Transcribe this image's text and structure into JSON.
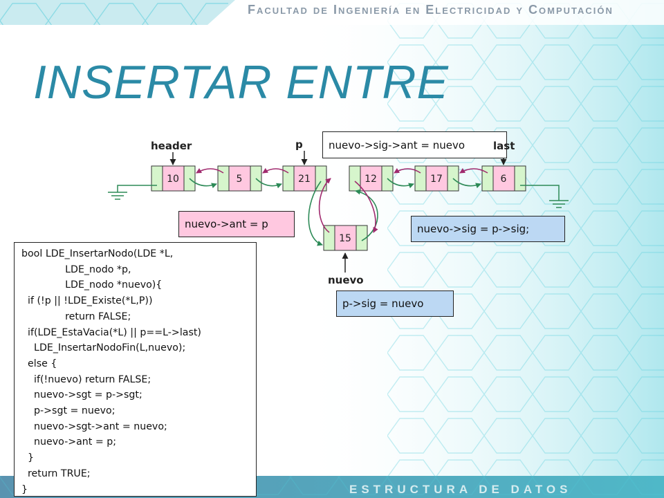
{
  "header_text": "Facultad de Ingeniería en Electricidad y Computación",
  "title": "INSERTAR ENTRE",
  "footer_text": "ESTRUCTURA DE DATOS",
  "nodes": [
    {
      "value": "10"
    },
    {
      "value": "5"
    },
    {
      "value": "21"
    },
    {
      "value": "12"
    },
    {
      "value": "17"
    },
    {
      "value": "6"
    }
  ],
  "new_node": {
    "value": "15"
  },
  "labels": {
    "header": "header",
    "p": "p",
    "last": "last",
    "nuevo": "nuevo"
  },
  "annotations": {
    "sig_ant": "nuevo->sig->ant = nuevo",
    "ant_p": "nuevo->ant = p",
    "sig_psig": "nuevo->sig = p->sig;",
    "psig_nuevo": "p->sig = nuevo"
  },
  "code_lines": [
    "bool LDE_InsertarNodo(LDE *L,",
    "              LDE_nodo *p,",
    "              LDE_nodo *nuevo){",
    "  if (!p || !LDE_Existe(*L,P))",
    "              return FALSE;",
    "  if(LDE_EstaVacia(*L) || p==L->last)",
    "    LDE_InsertarNodoFin(L,nuevo);",
    "  else {",
    "    if(!nuevo) return FALSE;",
    "    nuevo->sgt = p->sgt;",
    "    p->sgt = nuevo;",
    "    nuevo->sgt->ant = nuevo;",
    "    nuevo->ant = p;",
    "  }",
    "  return TRUE;",
    "}"
  ],
  "colors": {
    "title": "#2b8aa6",
    "node_fill": "#ffc8e0",
    "node_side": "#d6f5cc",
    "next_arrow": "#2d8a57",
    "prev_arrow": "#a02a6e",
    "box_pink": "#ffc8e0",
    "box_blue": "#bcd8f3"
  }
}
